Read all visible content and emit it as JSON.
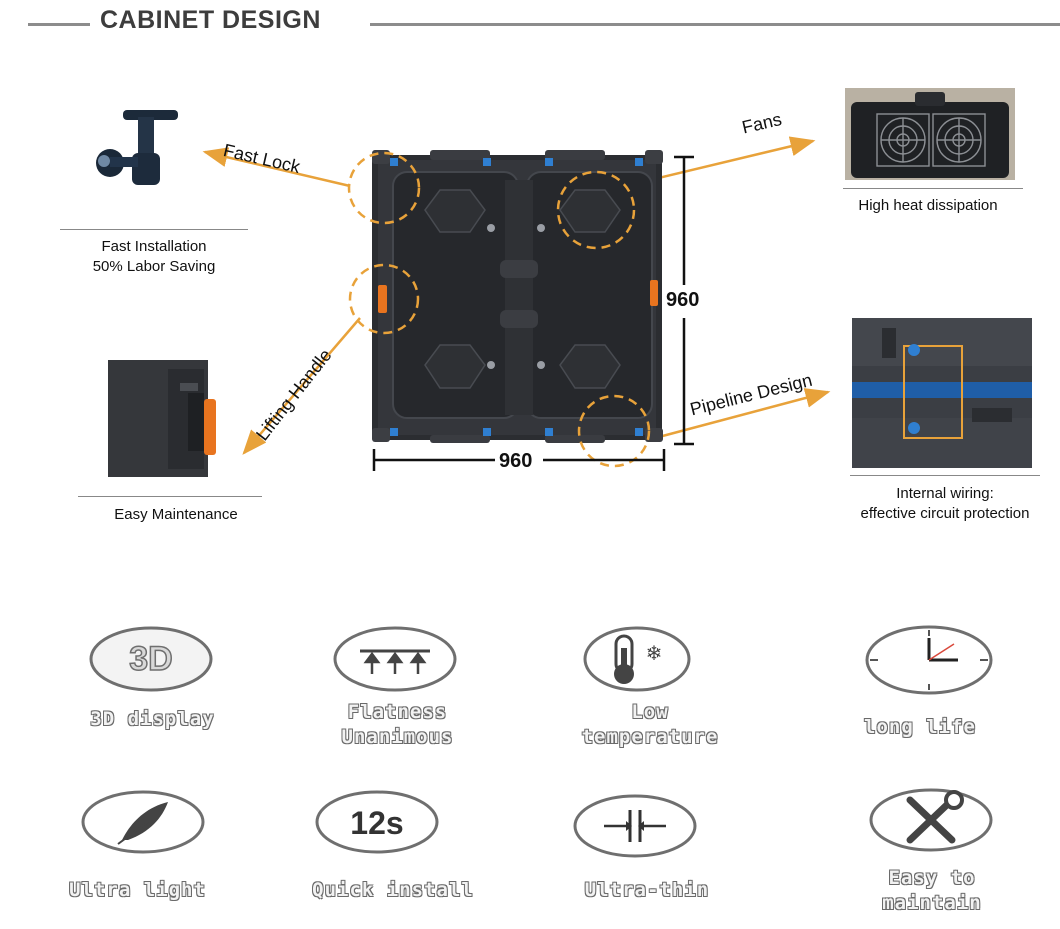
{
  "header": {
    "title": "CABINET DESIGN"
  },
  "callouts": {
    "fast_lock": "Fast  Lock",
    "fans": "Fans",
    "lifting_handle": "Lifting Handle",
    "pipeline_design": "Pipeline Design"
  },
  "dimensions": {
    "height": "960",
    "width": "960"
  },
  "captions": {
    "fast_lock_line1": "Fast Installation",
    "fast_lock_line2": "50% Labor Saving",
    "fans": "High heat dissipation",
    "maintenance": "Easy Maintenance",
    "wiring_line1": "Internal wiring:",
    "wiring_line2": "effective circuit protection"
  },
  "features": [
    {
      "icon": "3d-icon",
      "icon_text": "3D",
      "line1": "3D display",
      "line2": ""
    },
    {
      "icon": "flatness-icon",
      "icon_text": "",
      "line1": "Flatness",
      "line2": "Unanimous"
    },
    {
      "icon": "thermometer-icon",
      "icon_text": "",
      "line1": "Low",
      "line2": "temperature"
    },
    {
      "icon": "clock-icon",
      "icon_text": "",
      "line1": "long life",
      "line2": ""
    },
    {
      "icon": "feather-icon",
      "icon_text": "",
      "line1": "Ultra light",
      "line2": ""
    },
    {
      "icon": "timer-icon",
      "icon_text": "12s",
      "line1": "Quick install",
      "line2": ""
    },
    {
      "icon": "thin-icon",
      "icon_text": "",
      "line1": "Ultra-thin",
      "line2": ""
    },
    {
      "icon": "wrench-icon",
      "icon_text": "",
      "line1": "Easy to",
      "line2": "maintain"
    }
  ],
  "colors": {
    "accent_orange": "#e8a23a",
    "rule_gray": "#8c8c8c",
    "panel_dark": "#2b2d31",
    "clip_blue": "#2f7fd1",
    "handle_orange": "#e8741f"
  }
}
